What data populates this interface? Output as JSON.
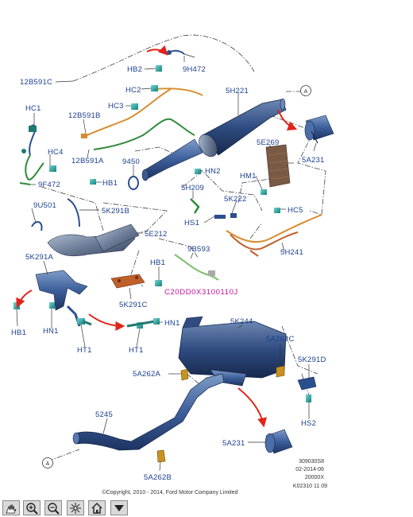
{
  "labels": {
    "a_top": "A",
    "a_bottom": "A",
    "l_12b591c": "12B591C",
    "l_hb2": "HB2",
    "l_9h472": "9H472",
    "l_hc2": "HC2",
    "l_hc3": "HC3",
    "l_5h221": "5H221",
    "l_hc1": "HC1",
    "l_12b591b": "12B591B",
    "l_hc4": "HC4",
    "l_12b591a": "12B591A",
    "l_9450": "9450",
    "l_hn2": "HN2",
    "l_5e269": "5E269",
    "l_5a231_top": "5A231",
    "l_9f472": "9F472",
    "l_hb1_top": "HB1",
    "l_hm1": "HM1",
    "l_5h209": "5H209",
    "l_5k222": "5K222",
    "l_9u501": "9U501",
    "l_5k291b": "5K291B",
    "l_hs1": "HS1",
    "l_hc5": "HC5",
    "l_5e212": "5E212",
    "l_9b593": "9B593",
    "l_5h241": "5H241",
    "l_5k291a": "5K291A",
    "l_hb1_mid": "HB1",
    "l_c20": "C20DD0X3100110J",
    "l_5k291c": "5K291C",
    "l_hb1_left": "HB1",
    "l_hn1_left": "HN1",
    "l_ht1_left": "HT1",
    "l_hn1_mid": "HN1",
    "l_ht1_mid": "HT1",
    "l_5k244": "5K244",
    "l_5a262c": "5A262C",
    "l_5k291d": "5K291D",
    "l_5a262a": "5A262A",
    "l_hs2": "HS2",
    "l_5245": "5245",
    "l_5a231_bottom": "5A231",
    "l_5a262b": "5A262B"
  },
  "reference": [
    "309030S8",
    "02-2014-06",
    "20000X",
    "K02310 11 09"
  ],
  "copyright": "©Copyright, 2010 - 2014, Ford Motor Company Limited",
  "colors": {
    "label": "#1b3f8f",
    "part_code": "#c0119b",
    "arrow": "#e0241b",
    "part_blue": "#2a4f8f",
    "connector": "#22b3a3",
    "harness_green": "#2f8a3a",
    "harness_orange": "#d98a2c"
  },
  "toolbar": [
    {
      "name": "pan-tool-button",
      "icon": "hand-icon"
    },
    {
      "name": "zoom-in-button",
      "icon": "zoom-in-icon"
    },
    {
      "name": "zoom-out-button",
      "icon": "zoom-out-icon"
    },
    {
      "name": "fit-button",
      "icon": "burst-icon"
    },
    {
      "name": "home-button",
      "icon": "home-icon"
    },
    {
      "name": "menu-button",
      "icon": "triangle-down-icon"
    }
  ]
}
